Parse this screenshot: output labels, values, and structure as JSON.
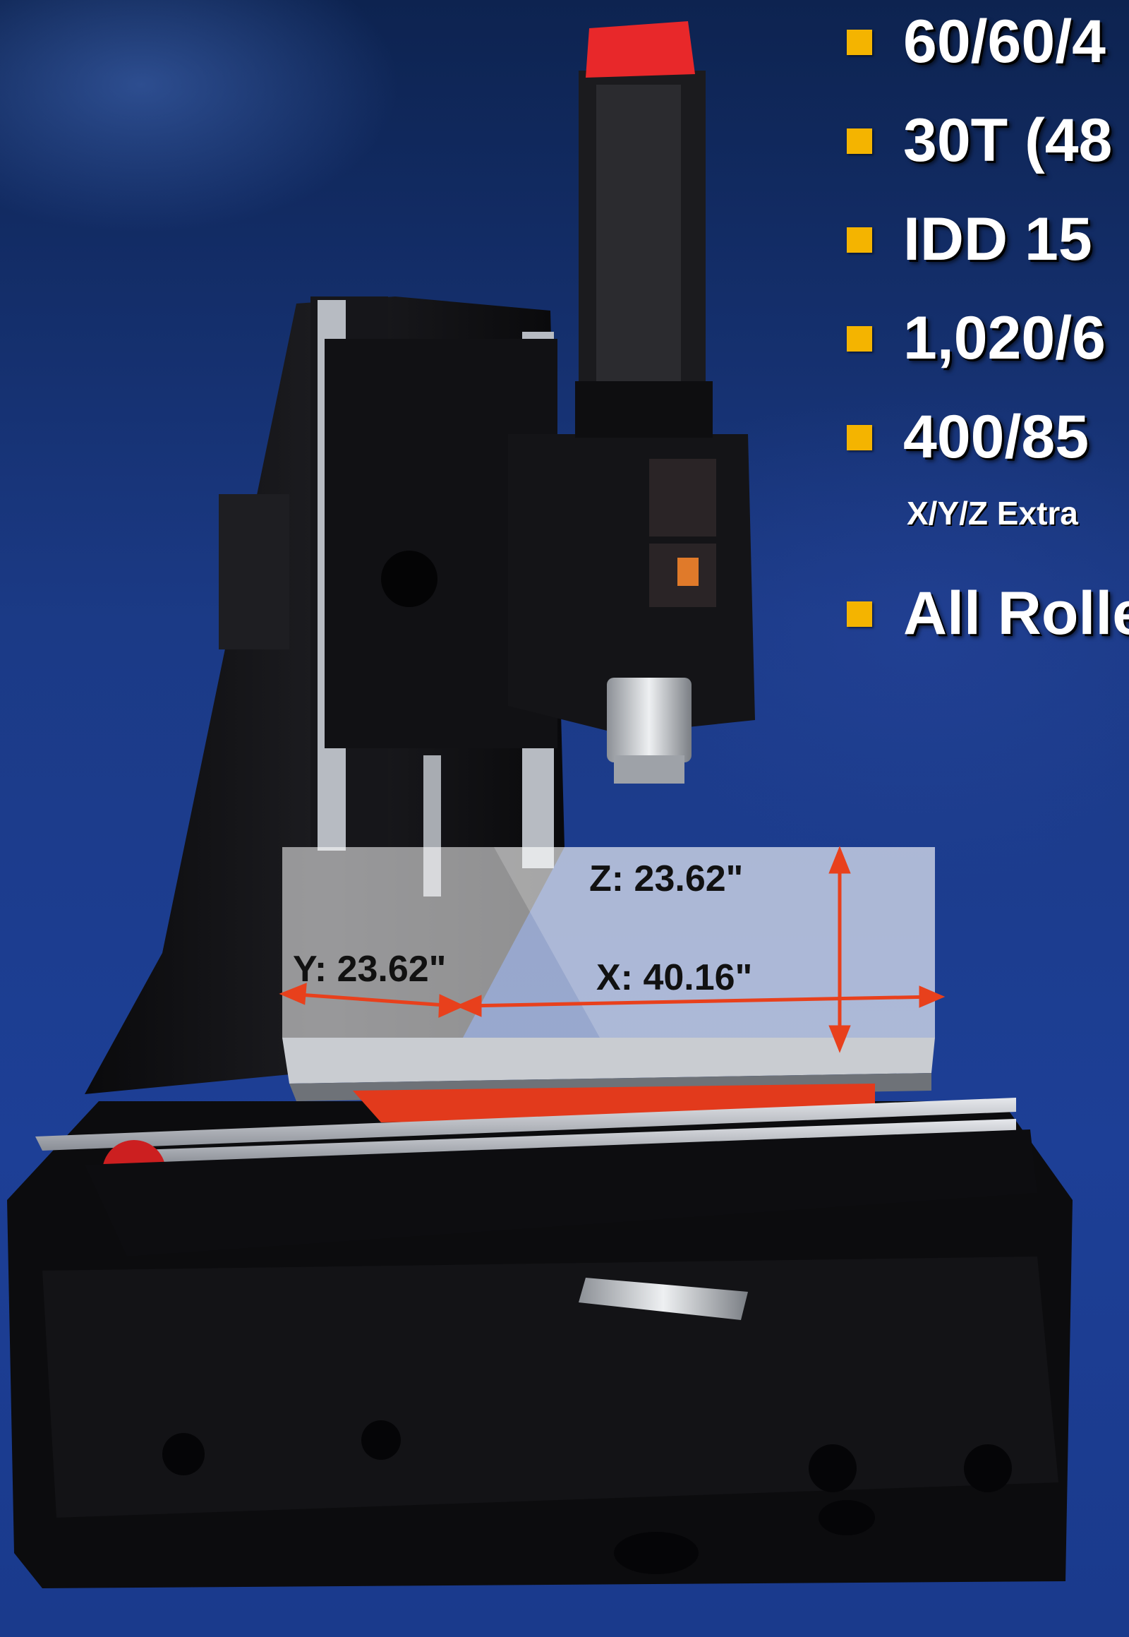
{
  "specs": [
    {
      "text": "60/60/4",
      "icon": "square-bullet-icon"
    },
    {
      "text": "30T (48",
      "icon": "square-bullet-icon"
    },
    {
      "text": "IDD 15",
      "icon": "square-bullet-icon"
    },
    {
      "text": "1,020/6",
      "icon": "square-bullet-icon"
    },
    {
      "text": "400/85",
      "icon": "square-bullet-icon"
    },
    {
      "text": "All Rolle",
      "icon": "square-bullet-icon"
    }
  ],
  "spec_subtext": "X/Y/Z Extra",
  "dimensions": {
    "z_label": "Z: 23.62\"",
    "y_label": "Y: 23.62\"",
    "x_label": "X: 40.16\""
  },
  "colors": {
    "bullet": "#f4b400",
    "arrow": "#e8401c",
    "background": "#1b3a86",
    "spindle_cap": "#e8282a",
    "saddle": "#e23a1c"
  }
}
